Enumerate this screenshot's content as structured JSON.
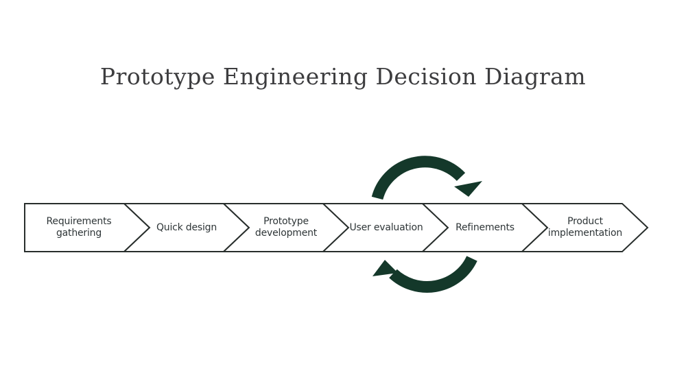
{
  "title": "Prototype Engineering Decision Diagram",
  "steps": [
    {
      "label": "Requirements\ngathering"
    },
    {
      "label": "Quick design"
    },
    {
      "label": "Prototype\ndevelopment"
    },
    {
      "label": "User evaluation"
    },
    {
      "label": "Refinements"
    },
    {
      "label": "Product\nimplementation"
    }
  ],
  "icons": {
    "loop_top": "curved-arrow-clockwise-down-icon",
    "loop_bottom": "curved-arrow-clockwise-up-icon"
  },
  "colors": {
    "background": "#FFFFFF",
    "title_text": "#3D3D3F",
    "chevron_fill": "#FFFFFF",
    "chevron_border": "#282E2C",
    "label_text": "#2E3537",
    "loop_arrow_green": "#14382A"
  }
}
